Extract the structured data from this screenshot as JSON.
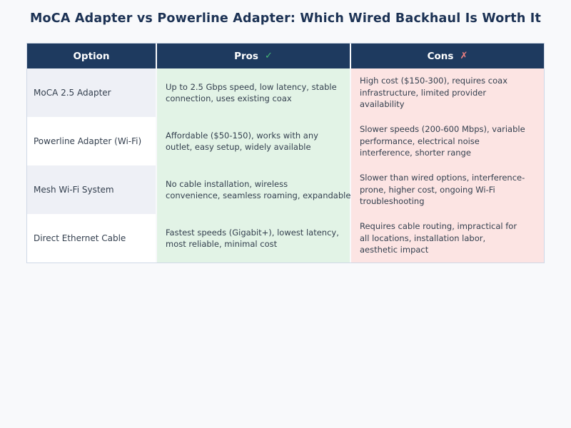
{
  "chart_data": {
    "type": "table",
    "title": "MoCA Adapter vs Powerline Adapter: Which Wired Backhaul Is Worth It",
    "columns": [
      {
        "label": "Option",
        "icon": ""
      },
      {
        "label": "Pros",
        "icon": "✓"
      },
      {
        "label": "Cons",
        "icon": "✗"
      }
    ],
    "rows": [
      [
        "MoCA 2.5 Adapter",
        "Up to 2.5 Gbps speed, low latency, stable\nconnection, uses existing coax",
        "High cost ($150-300), requires coax\ninfrastructure, limited provider\navailability"
      ],
      [
        "Powerline Adapter (Wi-Fi)",
        "Affordable ($50-150), works with any\noutlet, easy setup, widely available",
        "Slower speeds (200-600 Mbps), variable\nperformance, electrical noise\ninterference, shorter range"
      ],
      [
        "Mesh Wi-Fi System",
        "No cable installation, wireless\nconvenience, seamless roaming, expandable",
        "Slower than wired options, interference-\nprone, higher cost, ongoing Wi-Fi\ntroubleshooting"
      ],
      [
        "Direct Ethernet Cable",
        "Fastest speeds (Gigabit+), lowest latency,\nmost reliable, minimal cost",
        "Requires cable routing, impractical for\nall locations, installation labor,\naesthetic impact"
      ]
    ],
    "legend_position": "none",
    "grid": false
  },
  "colors": {
    "page-bg": "#f8f9fb",
    "title-color": "#1c3254",
    "header-bg": "#1e3a5f",
    "header-text": "#ffffff",
    "table-border": "#cfd8e6",
    "row-odd-bg": "#eef0f6",
    "row-even-bg": "#ffffff",
    "pros-bg": "#e2f3e6",
    "cons-bg": "#fce4e3",
    "check-color": "#45b876",
    "cross-color": "#ef8080",
    "body-text": "#333f4e"
  }
}
